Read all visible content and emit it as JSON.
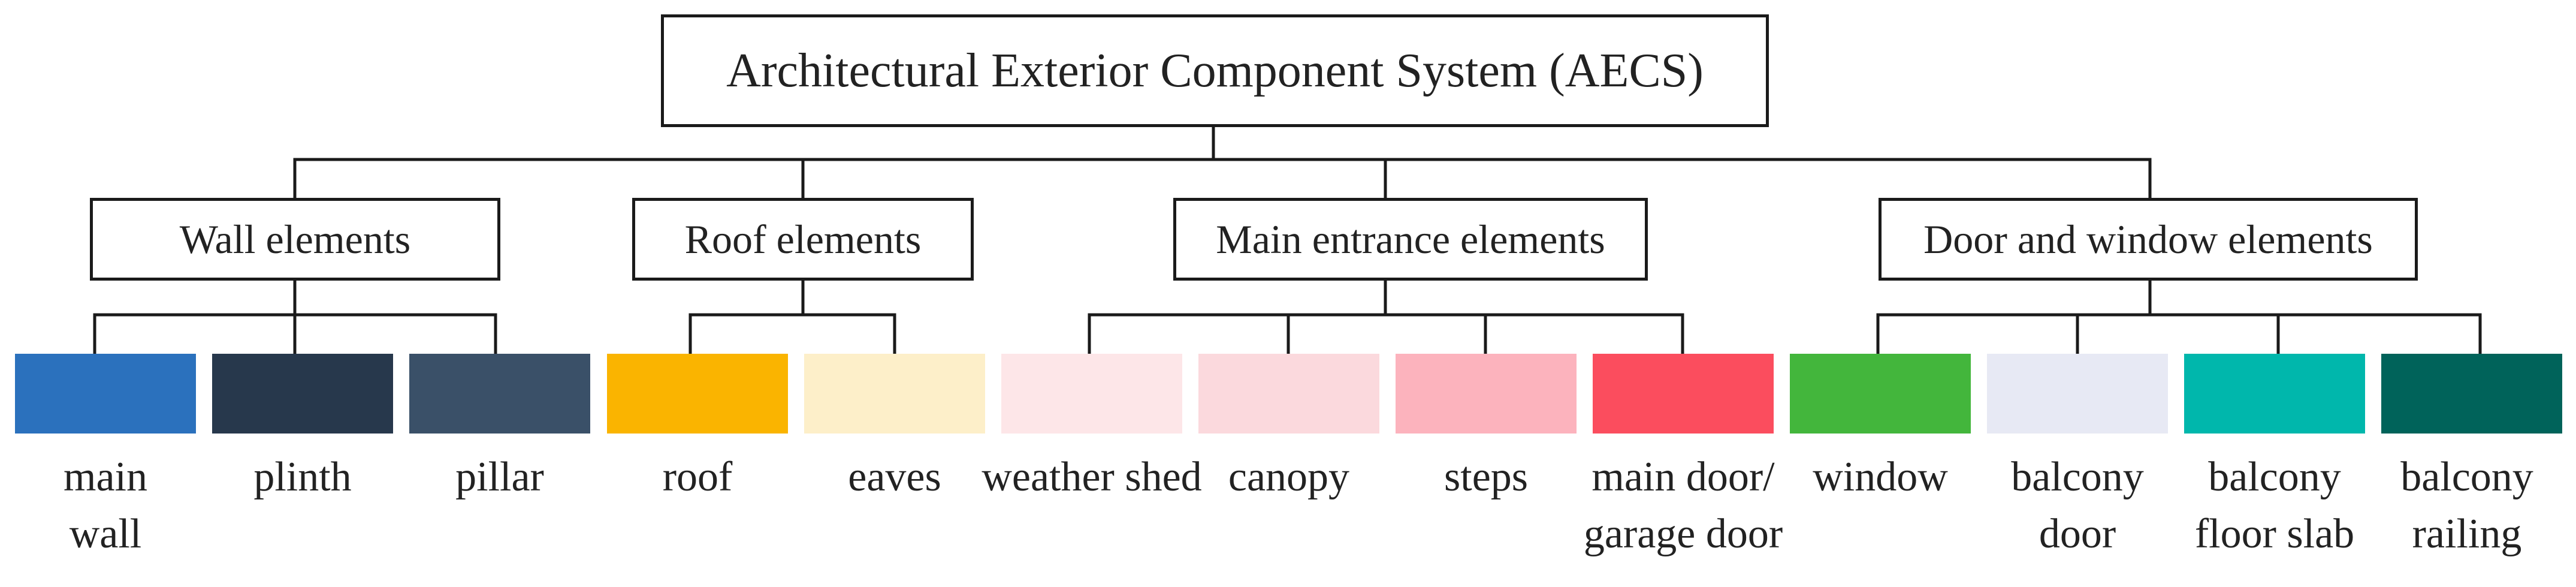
{
  "root": {
    "label": "Architectural Exterior Component System (AECS)"
  },
  "categories": [
    {
      "label": "Wall elements",
      "items": [
        {
          "label": "main\nwall",
          "color": "#2b71bd"
        },
        {
          "label": "plinth",
          "color": "#27384c"
        },
        {
          "label": "pillar",
          "color": "#3a5068"
        }
      ]
    },
    {
      "label": "Roof elements",
      "items": [
        {
          "label": "roof",
          "color": "#fab400"
        },
        {
          "label": "eaves",
          "color": "#fdefc9"
        }
      ]
    },
    {
      "label": "Main entrance elements",
      "items": [
        {
          "label": "weather shed",
          "color": "#fde6e8"
        },
        {
          "label": "canopy",
          "color": "#fbd9dd"
        },
        {
          "label": "steps",
          "color": "#fcb3bd"
        },
        {
          "label": "main door/\ngarage door",
          "color": "#fb4d5e"
        }
      ]
    },
    {
      "label": "Door and window elements",
      "items": [
        {
          "label": "window",
          "color": "#43b63c"
        },
        {
          "label": "balcony\ndoor",
          "color": "#e7e9f4"
        },
        {
          "label": "balcony\nfloor slab",
          "color": "#00b7ac"
        },
        {
          "label": "balcony\nrailing",
          "color": "#00635a"
        }
      ]
    }
  ]
}
